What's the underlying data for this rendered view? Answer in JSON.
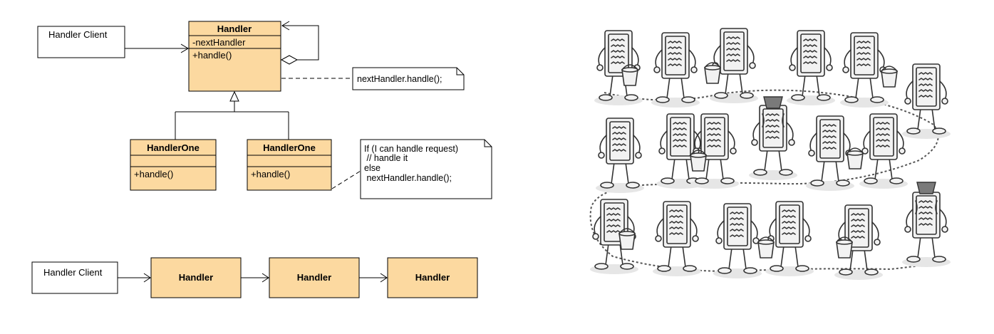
{
  "uml": {
    "client": {
      "label": "Handler Client"
    },
    "handler": {
      "name": "Handler",
      "field": "-nextHandler",
      "method": "+handle()"
    },
    "handler_note": "nextHandler.handle();",
    "sub_a": {
      "name": "HandlerOne",
      "method": "+handle()"
    },
    "sub_b": {
      "name": "HandlerOne",
      "method": "+handle()"
    },
    "sub_note": {
      "lines": [
        "If (I can handle request)",
        " // handle it",
        "else",
        " nextHandler.handle();"
      ]
    }
  },
  "chain": {
    "client": "Handler Client",
    "nodes": [
      "Handler",
      "Handler",
      "Handler"
    ]
  },
  "colors": {
    "class_fill": "#fcd9a0",
    "stroke": "#000000",
    "illustration_stroke": "#333333"
  }
}
